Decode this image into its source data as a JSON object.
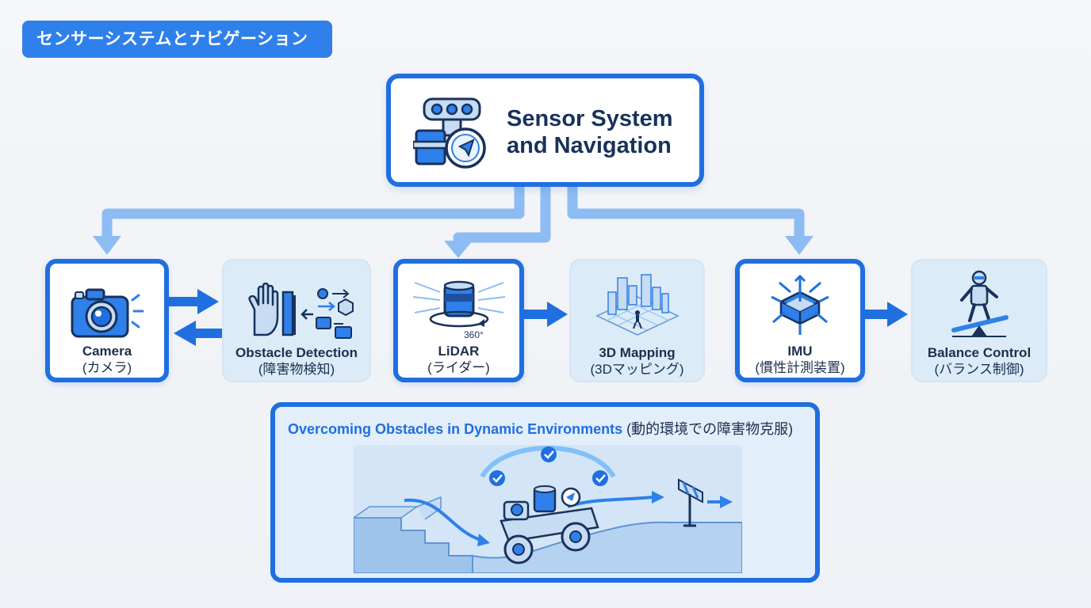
{
  "header_tag": "センサーシステムとナビゲーション",
  "main": {
    "title_line1": "Sensor System",
    "title_line2": "and Navigation"
  },
  "nodes": {
    "camera": {
      "label": "Camera",
      "sub": "(カメラ)"
    },
    "obstacle": {
      "label": "Obstacle Detection",
      "sub": "(障害物検知)"
    },
    "lidar": {
      "label": "LiDAR",
      "sub": "(ライダー)",
      "badge": "360°"
    },
    "mapping": {
      "label": "3D Mapping",
      "sub": "(3Dマッピング)"
    },
    "imu": {
      "label": "IMU",
      "sub": "(慣性計測装置)"
    },
    "balance": {
      "label": "Balance Control",
      "sub": "(バランス制御)"
    }
  },
  "panel": {
    "title_en": "Overcoming Obstacles in Dynamic Environments",
    "title_jp": "(動的環境での障害物克服)"
  },
  "colors": {
    "accent": "#1f6fe0",
    "light_accent": "#8dbcf2",
    "node_fill": "#dcebf8",
    "text": "#1c2f4f"
  },
  "icons": [
    "sensor-cluster-icon",
    "compass-icon",
    "camera-icon",
    "hand-icon",
    "lidar-icon",
    "city-map-icon",
    "imu-cube-icon",
    "robot-balance-icon",
    "rover-icon",
    "barrier-icon",
    "check-icon"
  ]
}
